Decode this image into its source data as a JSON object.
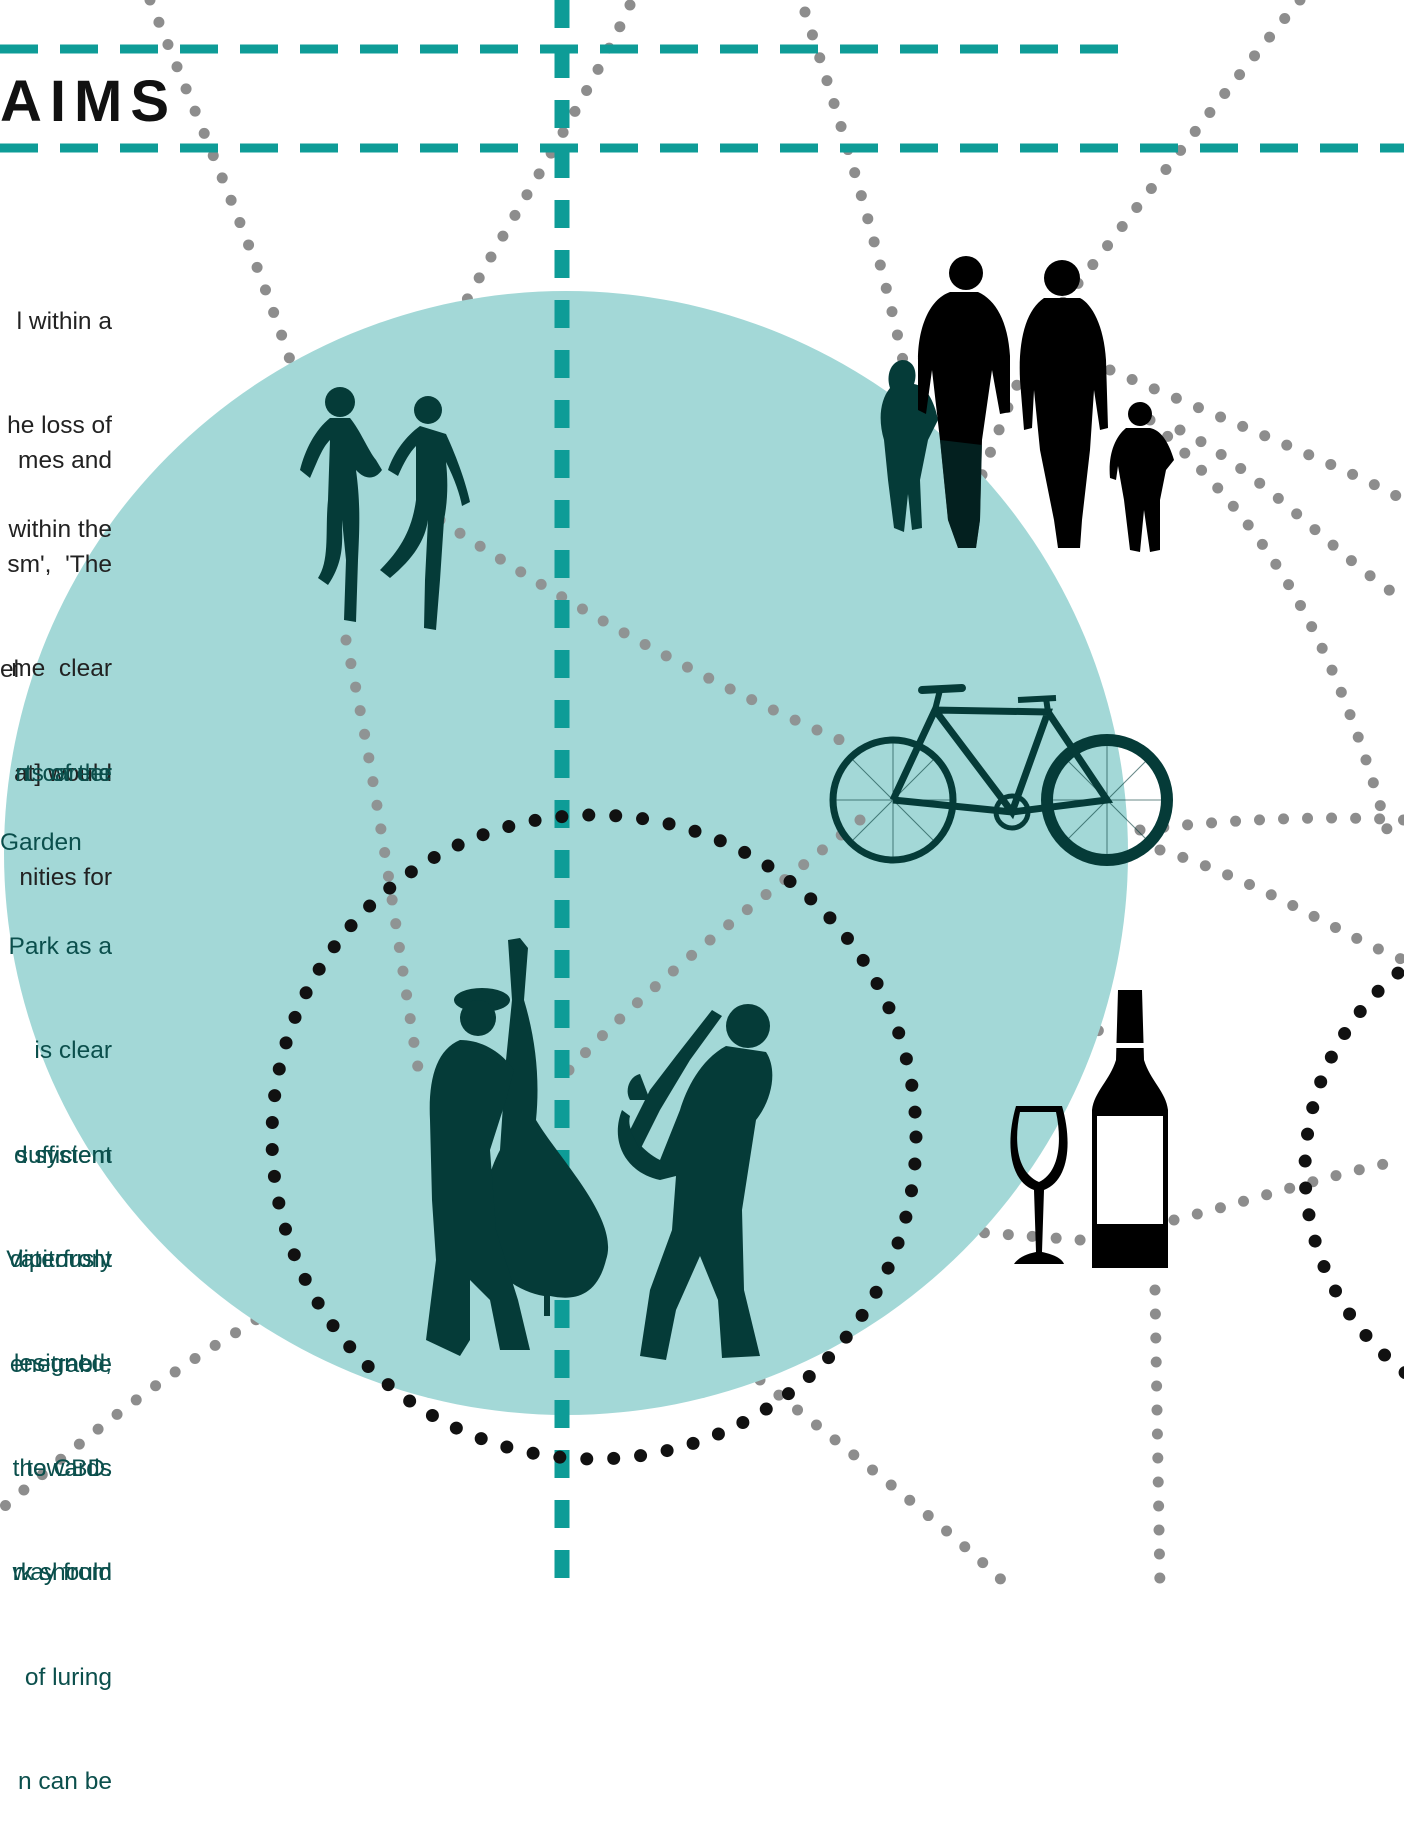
{
  "heading": "AIMS",
  "colors": {
    "teal_dash": "#0e9c97",
    "circle_fill": "#a3d8d7",
    "grey_dots": "#8d8d8d",
    "black_dots": "#111111",
    "silhouette_dark": "#053b38",
    "silhouette_black": "#000000"
  },
  "text_blocks": [
    {
      "lines": [
        "l within a",
        "he loss of",
        "within the"
      ]
    },
    {
      "lines": [
        "mes and",
        "sm',  'The",
        "me  clear",
        "at] would",
        "nities for"
      ]
    },
    {
      "lines": [
        "el",
        "ts of the"
      ]
    },
    {
      "lines": [
        "n  career"
      ]
    },
    {
      "lines": [
        "Garden",
        "Park as a",
        "is clear",
        "sufficient",
        "Vaterfront",
        "enetrable",
        "the CBD.",
        "way from"
      ]
    },
    {
      "lines": [
        "d system",
        "dipitously",
        "lesigned;",
        "towards",
        "rk should",
        "of luring",
        "n can be"
      ]
    }
  ],
  "icons": [
    "runners-icon",
    "family-walking-icon",
    "bicycle-icon",
    "wine-bottle-icon",
    "wine-glass-icon",
    "double-bass-player-icon",
    "saxophone-player-icon"
  ]
}
